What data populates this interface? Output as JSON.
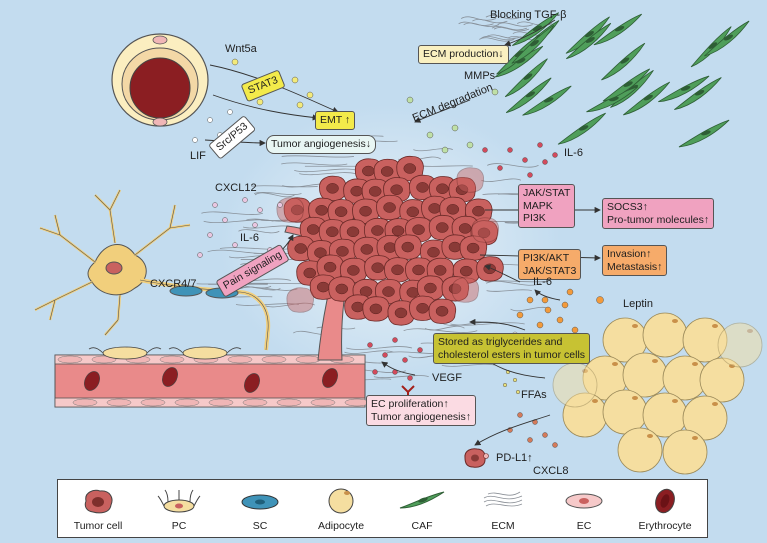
{
  "labels": {
    "blocking_tgfb": "Blocking TGF-β",
    "ecm_production": "ECM production↓",
    "mmps": "MMPs",
    "ecm_degradation": "ECM degradation",
    "wnt5a": "Wnt5a",
    "stat3": "STAT3",
    "emt": "EMT ↑",
    "src_p53": "Src/P53",
    "tumor_angiogenesis_down": "Tumor angiogenesis↓",
    "lif": "LIF",
    "il6_top": "IL-6",
    "cxcl12": "CXCL12",
    "il6_left": "IL-6",
    "pain_signaling": "Pain signaling",
    "cxcr47": "CXCR4/7",
    "jak_stat_box": "JAK/STAT\nMAPK\nPI3K",
    "socs3_box": "SOCS3↑\nPro-tumor molecules↑",
    "pi3k_akt_box": "PI3K/AKT\nJAK/STAT3",
    "invasion_box": "Invasion↑\nMetastasis↑",
    "il6_right": "IL-6",
    "leptin": "Leptin",
    "stored_box": "Stored as triglycerides and\ncholesterol esters in tumor cells",
    "vegf": "VEGF",
    "ffas": "FFAs",
    "ec_prolif_box": "EC proliferation↑\nTumor angiogenesis↑",
    "pdl1": "PD-L1↑",
    "cxcl8": "CXCL8"
  },
  "legend": [
    {
      "icon": "tumor-cell",
      "label": "Tumor cell"
    },
    {
      "icon": "pc",
      "label": "PC"
    },
    {
      "icon": "sc",
      "label": "SC"
    },
    {
      "icon": "adipocyte",
      "label": "Adipocyte"
    },
    {
      "icon": "caf",
      "label": "CAF"
    },
    {
      "icon": "ecm",
      "label": "ECM"
    },
    {
      "icon": "ec",
      "label": "EC"
    },
    {
      "icon": "erythrocyte",
      "label": "Erythrocyte"
    }
  ],
  "colors": {
    "background": "#c3dcef",
    "tumor": "#c9615f",
    "tumor_dark": "#7e2f2c",
    "vessel": "#e98a8a",
    "adipocyte": "#f5deA0",
    "caf": "#4f9e5a",
    "stat3_box": "#f3ea4a",
    "pink_box": "#f0a2c0",
    "orange_box": "#f6ab6a",
    "olive_box": "#c7c233",
    "cream_box": "#faf0c0",
    "light_pink_box": "#fbdbe3"
  }
}
